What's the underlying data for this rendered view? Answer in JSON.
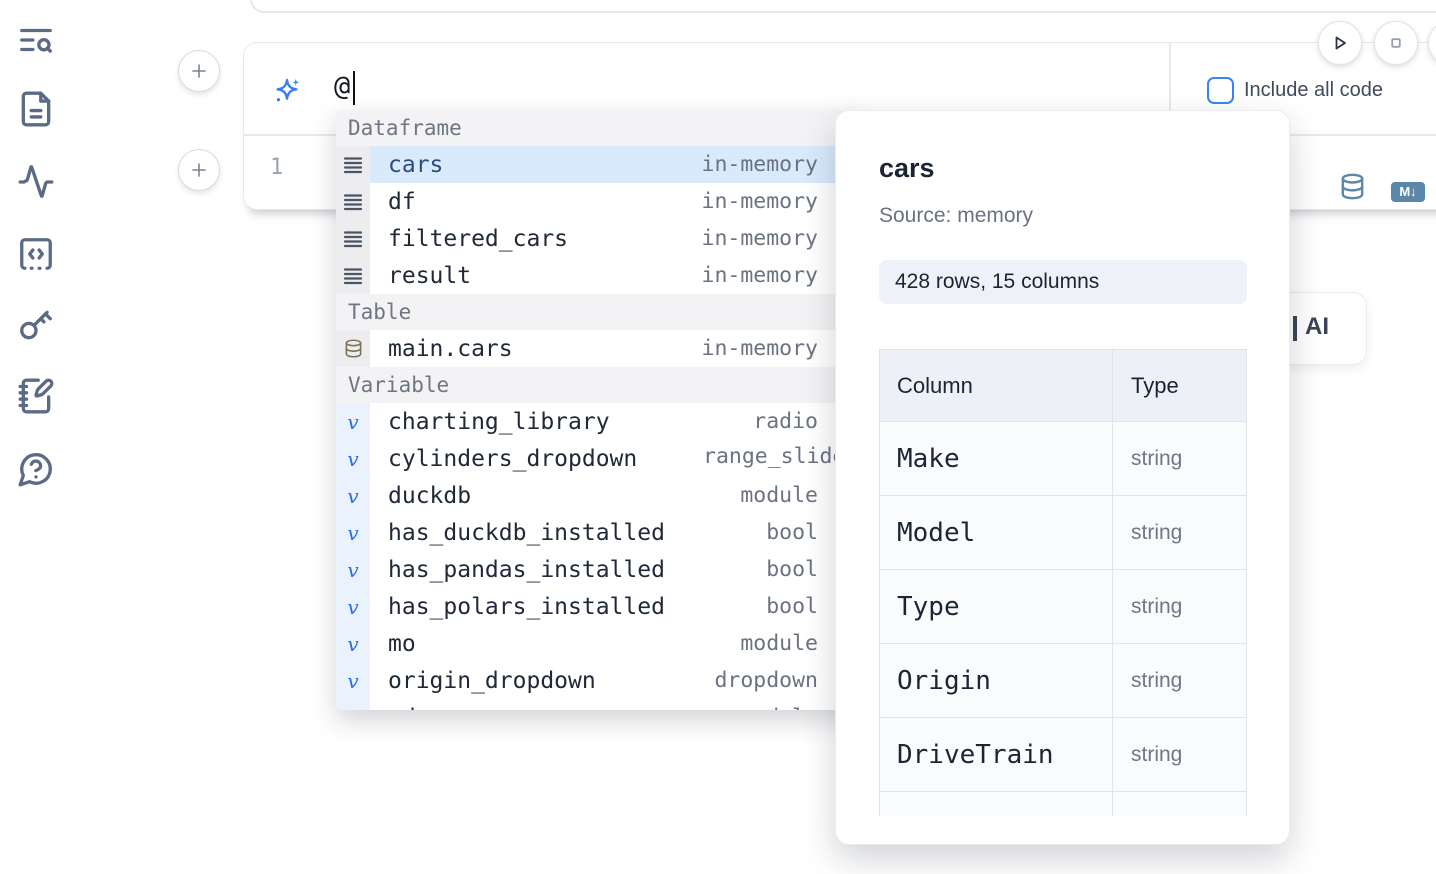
{
  "colors": {
    "accent_blue": "#3b82f6",
    "steel_blue": "#5b87a8",
    "selection_bg": "#d9eafc",
    "selected_text": "#2a4d7e",
    "table_icon_olive": "#7b7355",
    "sidebar_icon": "#5c6b85"
  },
  "sidebar": {
    "items": [
      {
        "icon": "text-search-icon"
      },
      {
        "icon": "file-document-icon"
      },
      {
        "icon": "activity-icon"
      },
      {
        "icon": "code-snippets-icon"
      },
      {
        "icon": "key-icon"
      },
      {
        "icon": "notebook-pen-icon"
      },
      {
        "icon": "help-chat-icon"
      }
    ]
  },
  "run_controls": {
    "play_icon": "play",
    "stop_icon": "stop"
  },
  "ai_input": {
    "icon": "sparkles",
    "value": "@",
    "include_all_code_label": "Include all code",
    "checkbox_checked": false
  },
  "editor": {
    "line_number": "1",
    "database_icon": "database",
    "markdown_badge": "M↓"
  },
  "generate_ai_button": {
    "visible_label": "AI"
  },
  "autocomplete": {
    "sections": [
      {
        "label": "Dataframe",
        "items": [
          {
            "name": "cars",
            "type": "in-memory",
            "kind": "df",
            "state": "selected"
          },
          {
            "name": "df",
            "type": "in-memory",
            "kind": "df",
            "state": ""
          },
          {
            "name": "filtered_cars",
            "type": "in-memory",
            "kind": "df",
            "state": ""
          },
          {
            "name": "result",
            "type": "in-memory",
            "kind": "df",
            "state": ""
          }
        ]
      },
      {
        "label": "Table",
        "items": [
          {
            "name": "main.cars",
            "type": "in-memory",
            "kind": "table",
            "state": ""
          }
        ]
      },
      {
        "label": "Variable",
        "items": [
          {
            "name": "charting_library",
            "type": "radio",
            "kind": "var",
            "state": ""
          },
          {
            "name": "cylinders_dropdown",
            "type": "range_slider",
            "kind": "var",
            "state": "overflow"
          },
          {
            "name": "duckdb",
            "type": "module",
            "kind": "var",
            "state": ""
          },
          {
            "name": "has_duckdb_installed",
            "type": "bool",
            "kind": "var",
            "state": ""
          },
          {
            "name": "has_pandas_installed",
            "type": "bool",
            "kind": "var",
            "state": ""
          },
          {
            "name": "has_polars_installed",
            "type": "bool",
            "kind": "var",
            "state": ""
          },
          {
            "name": "mo",
            "type": "module",
            "kind": "var",
            "state": ""
          },
          {
            "name": "origin_dropdown",
            "type": "dropdown",
            "kind": "var",
            "state": ""
          },
          {
            "name": "pd",
            "type": "module",
            "kind": "var",
            "state": "partial"
          }
        ]
      }
    ]
  },
  "popup": {
    "title": "cars",
    "source": "Source: memory",
    "badge": "428 rows, 15 columns",
    "table": {
      "headers": {
        "column": "Column",
        "type": "Type"
      },
      "rows": [
        {
          "column": "Make",
          "type": "string"
        },
        {
          "column": "Model",
          "type": "string"
        },
        {
          "column": "Type",
          "type": "string"
        },
        {
          "column": "Origin",
          "type": "string"
        },
        {
          "column": "DriveTrain",
          "type": "string"
        },
        {
          "column": "",
          "type": ""
        }
      ]
    }
  }
}
